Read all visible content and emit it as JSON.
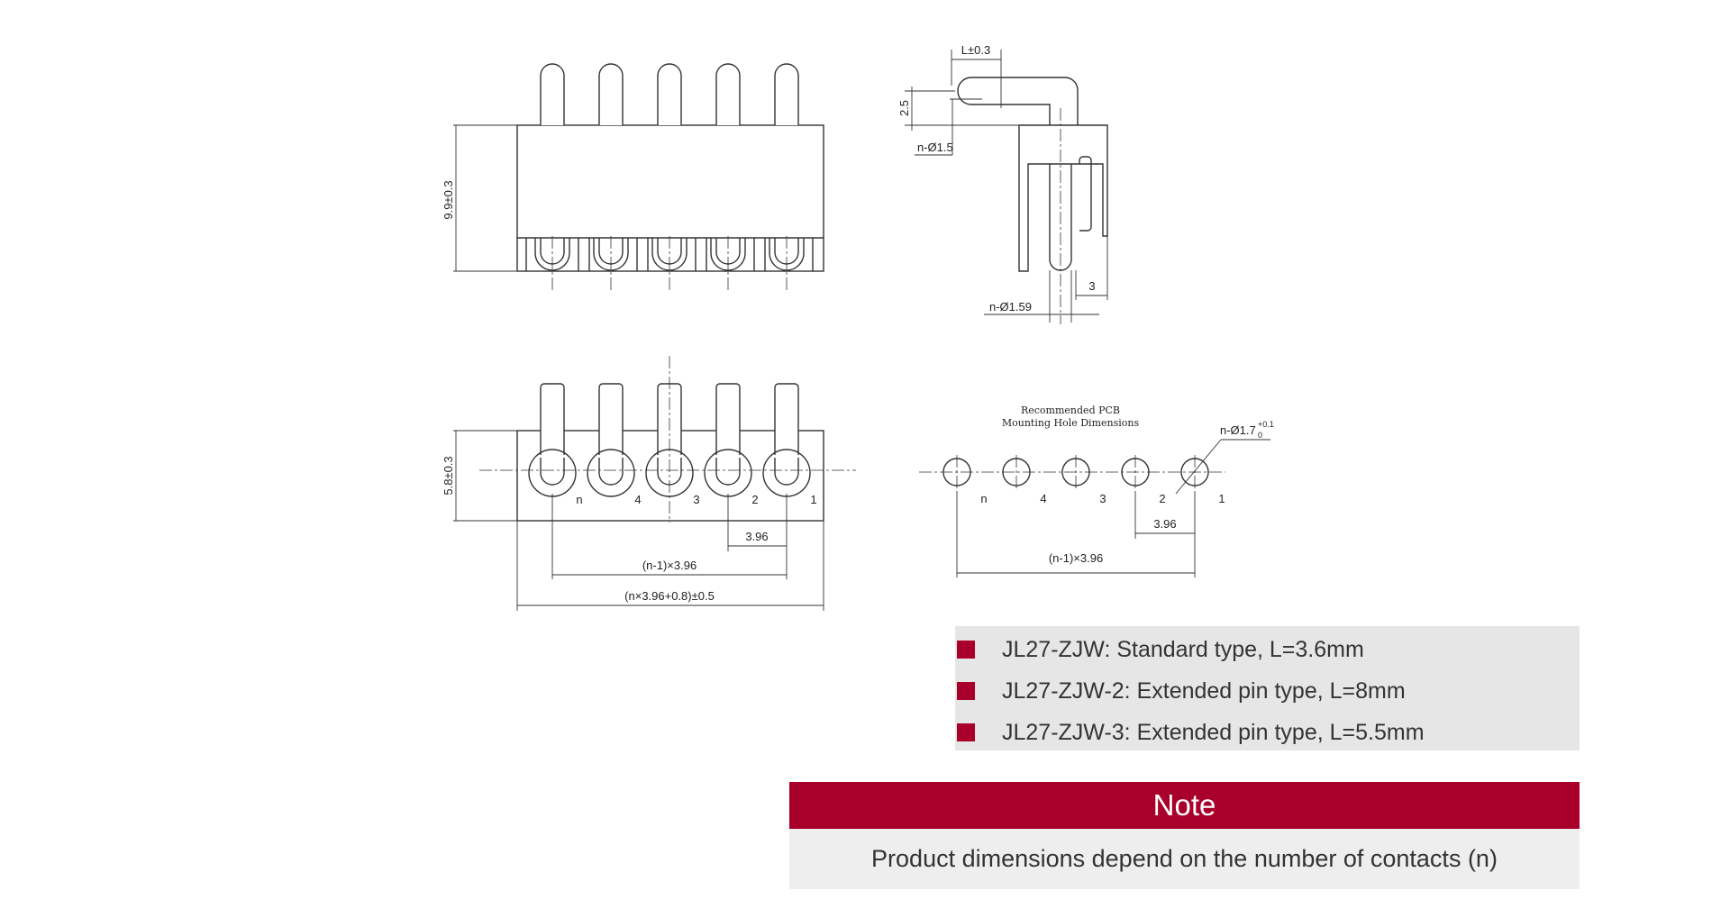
{
  "drawing": {
    "top_left": {
      "dim_height": "9.9±0.3"
    },
    "top_right": {
      "dim_L": "L±0.3",
      "dim_25": "2.5",
      "dim_hole": "n-Ø1.5",
      "dim_3": "3",
      "dim_pin": "n-Ø1.59"
    },
    "bottom_left": {
      "dim_height": "5.8±0.3",
      "pin_labels": [
        "n",
        "4",
        "3",
        "2",
        "1"
      ],
      "dim_pitch": "3.96",
      "dim_span": "(n-1)×3.96",
      "dim_total": "(n×3.96+0.8)±0.5"
    },
    "pcb": {
      "title_line1": "Recommended PCB",
      "title_line2": "Mounting Hole Dimensions",
      "hole_dim": "n-Ø1.7",
      "hole_tol_upper": "+0.1",
      "hole_tol_lower": "0",
      "pin_labels": [
        "n",
        "4",
        "3",
        "2",
        "1"
      ],
      "dim_pitch": "3.96",
      "dim_span": "(n-1)×3.96"
    }
  },
  "variants": [
    "JL27-ZJW: Standard type, L=3.6mm",
    "JL27-ZJW-2: Extended pin type, L=8mm",
    "JL27-ZJW-3: Extended pin type, L=5.5mm"
  ],
  "note": {
    "title": "Note",
    "text": "Product dimensions depend on the number of contacts (n)"
  },
  "colors": {
    "accent": "#a8002b",
    "panel": "#e6e6e6",
    "line": "#333333"
  }
}
